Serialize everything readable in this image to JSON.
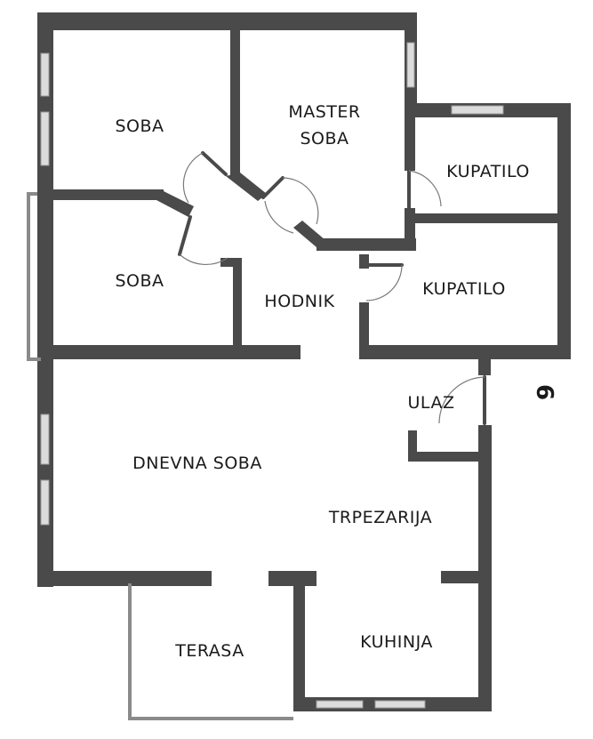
{
  "rooms": {
    "soba_top": "SOBA",
    "master_line1": "MASTER",
    "master_line2": "SOBA",
    "kupatilo_top": "KUPATILO",
    "soba_middle": "SOBA",
    "hodnik": "HODNIK",
    "kupatilo_bottom": "KUPATILO",
    "ulaz": "ULAZ",
    "dnevna_soba": "DNEVNA SOBA",
    "trpezarija": "TRPEZARIJA",
    "terasa": "TERASA",
    "kuhinja": "KUHINJA"
  },
  "house_number": "6",
  "colors": {
    "wall": "#4a4a4a",
    "window": "#dcdcdc",
    "background": "#ffffff"
  }
}
